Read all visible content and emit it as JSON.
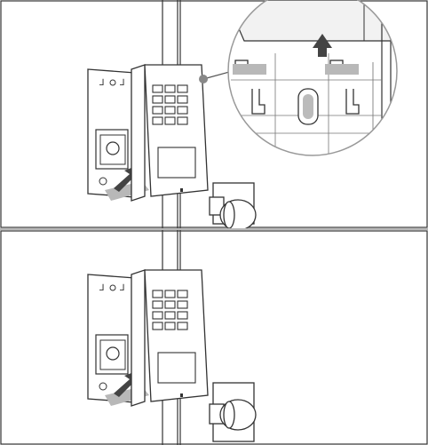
{
  "figure": {
    "panels": [
      {
        "id": "step-1",
        "magnifier": true
      },
      {
        "id": "step-2",
        "magnifier": false
      }
    ],
    "colors": {
      "line": "#333333",
      "background": "#ffffff",
      "arrow": "#444444",
      "hand_tab": "#b8b8b8",
      "frame": "#333333",
      "divider": "#b8b8b8"
    },
    "icons": [
      "wall-plate",
      "keypad-device",
      "door-handle",
      "up-arrow",
      "magnifier-circle"
    ]
  }
}
